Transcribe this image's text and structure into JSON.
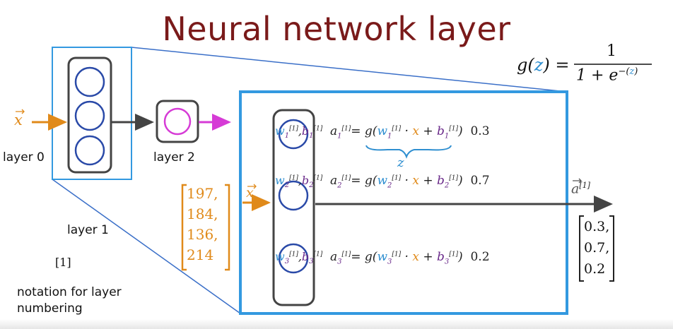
{
  "title": "Neural network layer",
  "labels": {
    "input_x": "x",
    "layer0": "layer 0",
    "layer1": "layer 1",
    "layer2": "layer 2",
    "bracket_notation": "[1]",
    "notation_line1": "notation for layer",
    "notation_line2": "numbering",
    "output_a": "a",
    "output_sup": "[1]",
    "z_brace": "z"
  },
  "sigmoid": {
    "lhs": "g(",
    "z": "z",
    "rhs": ") =",
    "numerator": "1",
    "denominator_prefix": "1 + e",
    "exponent_open": "−(",
    "exponent_z": "z",
    "exponent_close": ")"
  },
  "input_values": [
    "197,",
    "184,",
    "136,",
    "214"
  ],
  "units": [
    {
      "w": "w",
      "wsub": "1",
      "wsup": "[1]",
      "b": "b",
      "bsub": "1",
      "bsup": "[1]",
      "a": "a",
      "asub": "1",
      "asup": "[1]",
      "eq": "= g(",
      "dot": "·",
      "x": "x",
      "plus": "+",
      "close": ")",
      "value": "0.3"
    },
    {
      "w": "w",
      "wsub": "2",
      "wsup": "[1]",
      "b": "b",
      "bsub": "2",
      "bsup": "[1]",
      "a": "a",
      "asub": "2",
      "asup": "[1]",
      "eq": "= g(",
      "dot": "·",
      "x": "x",
      "plus": "+",
      "close": ")",
      "value": "0.7"
    },
    {
      "w": "w",
      "wsub": "3",
      "wsup": "[1]",
      "b": "b",
      "bsub": "3",
      "bsup": "[1]",
      "a": "a",
      "asub": "3",
      "asup": "[1]",
      "eq": "= g(",
      "dot": "·",
      "x": "x",
      "plus": "+",
      "close": ")",
      "value": "0.2"
    }
  ],
  "output_values": [
    "0.3,",
    "0.7,",
    "0.2"
  ],
  "colors": {
    "title": "#7a1a1a",
    "input_arrow": "#e08a1a",
    "output_arrow": "#d63bd6",
    "neuron": "#2a4aa8",
    "layer2_neuron": "#d63bd6",
    "zoom_box": "#3399e0",
    "weight": "#2f8fd0",
    "bias": "#6a2a8a",
    "handwriting": "#222222",
    "brace": "#2f8fd0"
  }
}
